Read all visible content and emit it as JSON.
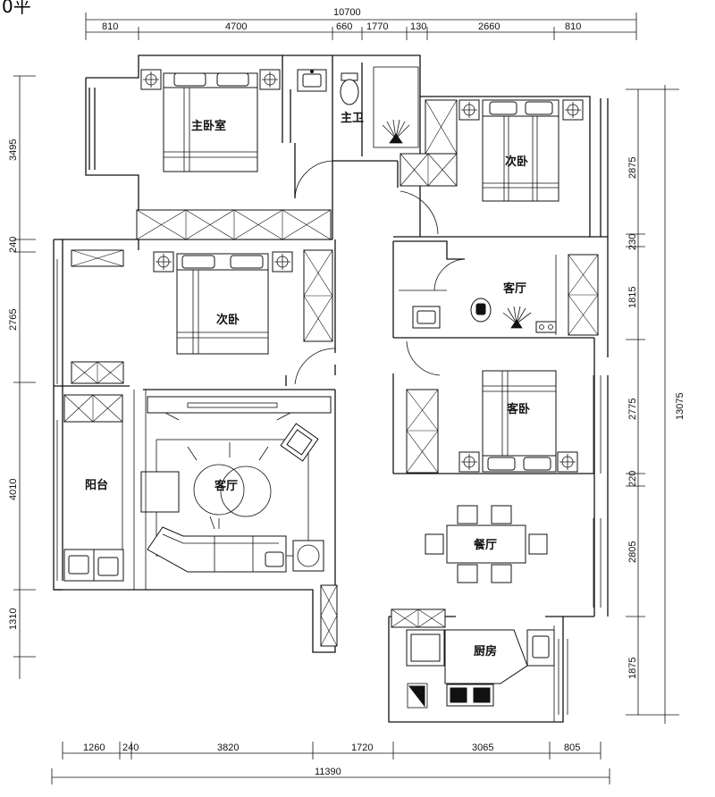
{
  "corner_text": "0平",
  "dimensions": {
    "top_total": "10700",
    "top_segments": [
      "810",
      "4700",
      "660",
      "1770",
      "130",
      "2660",
      "810"
    ],
    "bottom_segments": [
      "1260",
      "240",
      "3820",
      "1720",
      "3065",
      "805"
    ],
    "bottom_total": "11390",
    "left_segments": [
      "3495",
      "240",
      "2765",
      "4010",
      "1310"
    ],
    "right_segments": [
      "2875",
      "230",
      "1815",
      "2775",
      "220",
      "2805",
      "1875"
    ],
    "right_total": "13075"
  },
  "rooms": {
    "master_bedroom": "主卧室",
    "master_bath": "主卫",
    "bedroom_ne": "次卧",
    "bedroom_w": "次卧",
    "living_small": "客厅",
    "guest_bedroom": "客卧",
    "balcony": "阳台",
    "living_main": "客厅",
    "dining": "餐厅",
    "kitchen": "厨房"
  }
}
